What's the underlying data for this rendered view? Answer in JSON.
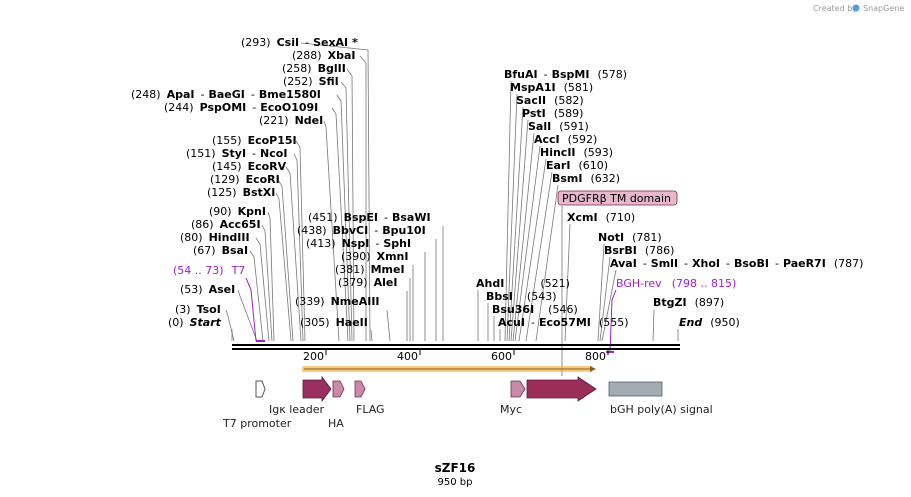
{
  "credit": {
    "created_by": "Created by",
    "brand": "SnapGene"
  },
  "plasmid": {
    "name": "sZF16",
    "length": "950 bp"
  },
  "ruler": {
    "ticks": [
      "200",
      "400",
      "600",
      "800"
    ]
  },
  "sites_left": [
    {
      "pos": "(293)",
      "name": "CsiI",
      "name2": "SexAI *"
    },
    {
      "pos": "(288)",
      "name": "XbaI"
    },
    {
      "pos": "(258)",
      "name": "BglII"
    },
    {
      "pos": "(252)",
      "name": "SfiI"
    },
    {
      "pos": "(248)",
      "name": "ApaI",
      "name2": "BaeGI",
      "name3": "Bme1580I"
    },
    {
      "pos": "(244)",
      "name": "PspOMI",
      "name2": "EcoO109I"
    },
    {
      "pos": "(221)",
      "name": "NdeI"
    },
    {
      "pos": "(155)",
      "name": "EcoP15I"
    },
    {
      "pos": "(151)",
      "name": "StyI",
      "name2": "NcoI"
    },
    {
      "pos": "(145)",
      "name": "EcoRV"
    },
    {
      "pos": "(129)",
      "name": "EcoRI"
    },
    {
      "pos": "(125)",
      "name": "BstXI"
    },
    {
      "pos": "(90)",
      "name": "KpnI"
    },
    {
      "pos": "(86)",
      "name": "Acc65I"
    },
    {
      "pos": "(80)",
      "name": "HindIII"
    },
    {
      "pos": "(67)",
      "name": "BsaI"
    },
    {
      "pos": "(53)",
      "name": "AseI"
    },
    {
      "pos": "(3)",
      "name": "TsoI"
    },
    {
      "pos": "(0)",
      "name": "Start"
    }
  ],
  "sites_mid": [
    {
      "pos": "(451)",
      "name": "BspEI",
      "name2": "BsaWI"
    },
    {
      "pos": "(438)",
      "name": "BbvCI",
      "name2": "Bpu10I"
    },
    {
      "pos": "(413)",
      "name": "NspI",
      "name2": "SphI"
    },
    {
      "pos": "(390)",
      "name": "XmnI"
    },
    {
      "pos": "(381)",
      "name": "MmeI"
    },
    {
      "pos": "(379)",
      "name": "AleI"
    },
    {
      "pos": "(339)",
      "name": "NmeAIII"
    },
    {
      "pos": "(305)",
      "name": "HaeII"
    }
  ],
  "sites_right": [
    {
      "name": "BfuAI",
      "name2": "BspMI",
      "pos": "(578)"
    },
    {
      "name": "MspA1I",
      "pos": "(581)"
    },
    {
      "name": "SacII",
      "pos": "(582)"
    },
    {
      "name": "PstI",
      "pos": "(589)"
    },
    {
      "name": "SalI",
      "pos": "(591)"
    },
    {
      "name": "AccI",
      "pos": "(592)"
    },
    {
      "name": "HincII",
      "pos": "(593)"
    },
    {
      "name": "EarI",
      "pos": "(610)"
    },
    {
      "name": "BsmI",
      "pos": "(632)"
    },
    {
      "name": "XcmI",
      "pos": "(710)"
    },
    {
      "name": "NotI",
      "pos": "(781)"
    },
    {
      "name": "BsrBI",
      "pos": "(786)"
    },
    {
      "name": "AvaI",
      "name2": "SmlI",
      "name3": "XhoI",
      "name4": "BsoBI",
      "name5": "PaeR7I",
      "pos": "(787)"
    },
    {
      "name": "BtgZI",
      "pos": "(897)"
    },
    {
      "name": "End",
      "pos": "(950)"
    }
  ],
  "sites_lower": [
    {
      "name": "AhdI",
      "pos": "(521)"
    },
    {
      "name": "BbsI",
      "pos": "(543)"
    },
    {
      "name": "Bsu36I",
      "pos": "(546)"
    },
    {
      "name": "AcuI",
      "name2": "Eco57MI",
      "pos": "(555)"
    }
  ],
  "primers": [
    {
      "range": "(54 .. 73)",
      "name": "T7"
    },
    {
      "name": "BGH-rev",
      "range": "(798 .. 815)"
    }
  ],
  "callout": "PDGFRβ TM domain",
  "features": [
    "T7 promoter",
    "Igκ leader",
    "HA",
    "FLAG",
    "Myc",
    "bGH poly(A) signal"
  ],
  "colors": {
    "leader": "#993060",
    "tag": "#c88aa8",
    "tm": "#9b2d5a",
    "polyA": "#a3abb3",
    "orf": "#f5b041",
    "primer": "#a020c8",
    "callout_fill": "#e6b8c9"
  }
}
